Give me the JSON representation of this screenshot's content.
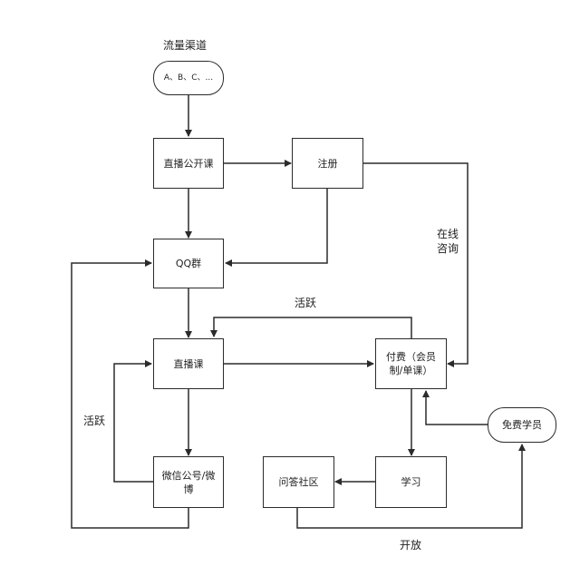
{
  "diagram": {
    "title": "流量渠道",
    "nodes": {
      "channels": "A、B、C、...",
      "live_open_class": "直播公开课",
      "register": "注册",
      "qq_group": "QQ群",
      "live_class": "直播课",
      "wechat_weibo": "微信公号/微博",
      "payment": "付费（会员制/单课）",
      "free_students": "免费学员",
      "study": "学习",
      "qa_community": "问答社区"
    },
    "labels": {
      "online_consult": "在线咨询",
      "active_top": "活跃",
      "active_left": "活跃",
      "open": "开放"
    }
  }
}
